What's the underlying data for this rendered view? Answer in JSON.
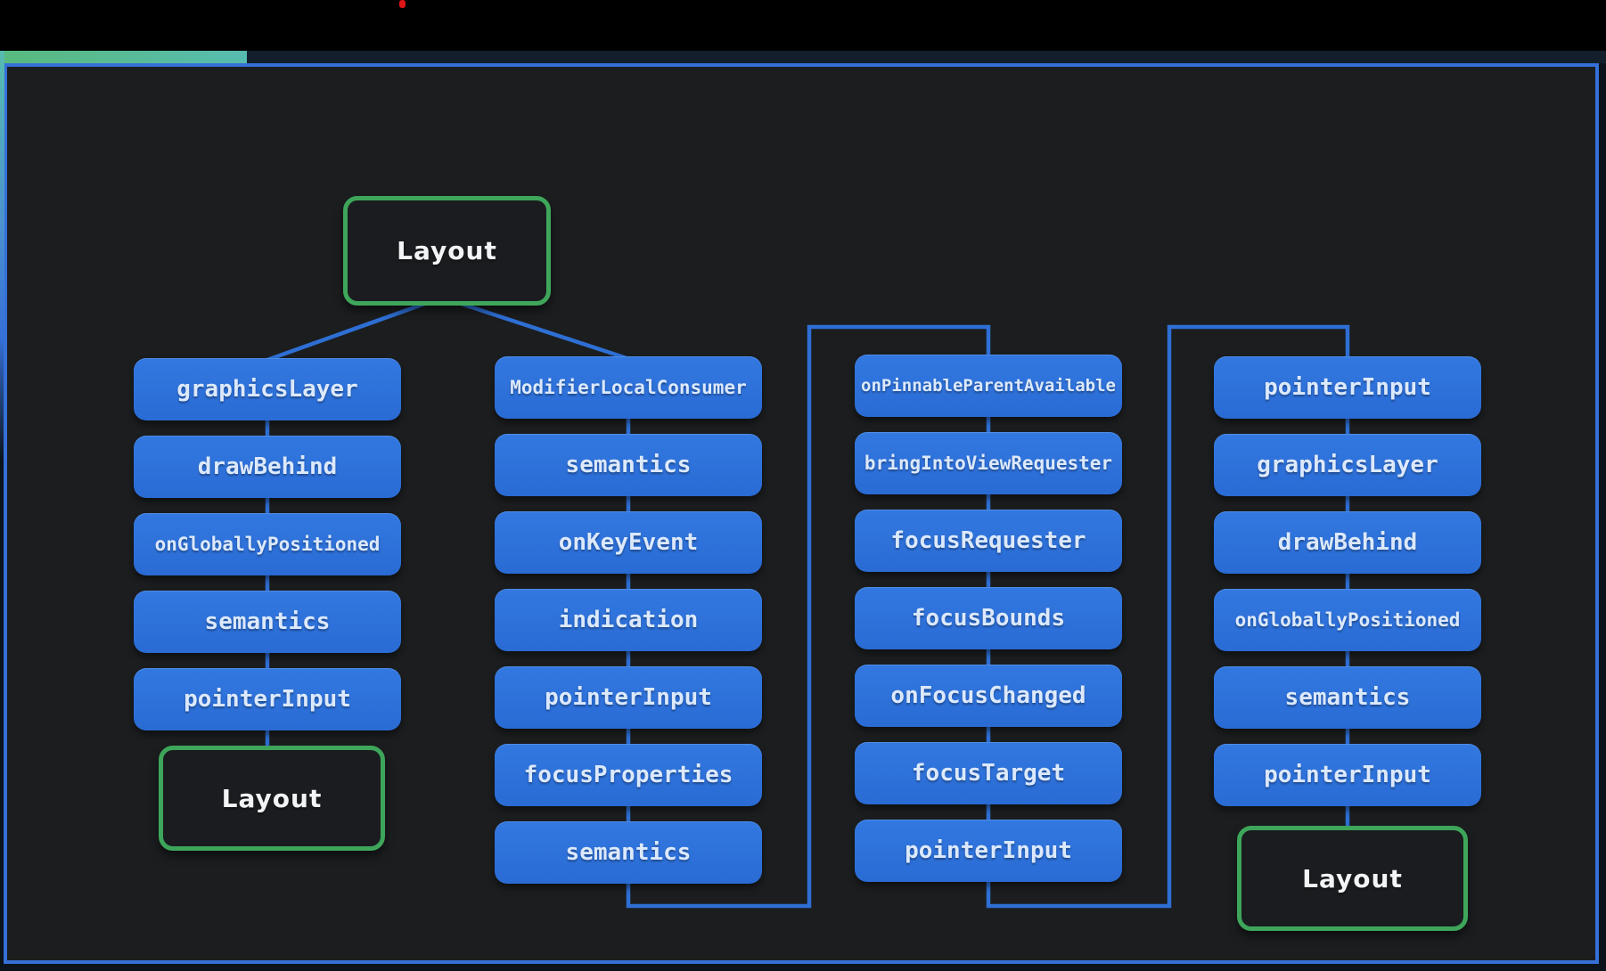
{
  "window": {
    "record_dot_color": "#e01515",
    "accent_tab_colors": [
      "#58ba7d",
      "#57bcb0"
    ],
    "panel_border_color": "#3570d8",
    "panel_background": "#1b1d1f"
  },
  "diagram": {
    "root": {
      "label": "Layout"
    },
    "node_fill_color": "#2d72d9",
    "node_text_color": "#dce9fb",
    "connector_color": "#2e6fd4",
    "highlight_border_color": "#3ea65a",
    "columns": [
      {
        "nodes": [
          {
            "label": "graphicsLayer"
          },
          {
            "label": "drawBehind"
          },
          {
            "label": "onGloballyPositioned"
          },
          {
            "label": "semantics"
          },
          {
            "label": "pointerInput"
          }
        ],
        "footer_label": "Layout"
      },
      {
        "nodes": [
          {
            "label": "ModifierLocalConsumer"
          },
          {
            "label": "semantics"
          },
          {
            "label": "onKeyEvent"
          },
          {
            "label": "indication"
          },
          {
            "label": "pointerInput"
          },
          {
            "label": "focusProperties"
          },
          {
            "label": "semantics"
          }
        ]
      },
      {
        "nodes": [
          {
            "label": "onPinnableParentAvailable"
          },
          {
            "label": "bringIntoViewRequester"
          },
          {
            "label": "focusRequester"
          },
          {
            "label": "focusBounds"
          },
          {
            "label": "onFocusChanged"
          },
          {
            "label": "focusTarget"
          },
          {
            "label": "pointerInput"
          }
        ]
      },
      {
        "nodes": [
          {
            "label": "pointerInput"
          },
          {
            "label": "graphicsLayer"
          },
          {
            "label": "drawBehind"
          },
          {
            "label": "onGloballyPositioned"
          },
          {
            "label": "semantics"
          },
          {
            "label": "pointerInput"
          }
        ],
        "footer_label": "Layout"
      }
    ]
  }
}
